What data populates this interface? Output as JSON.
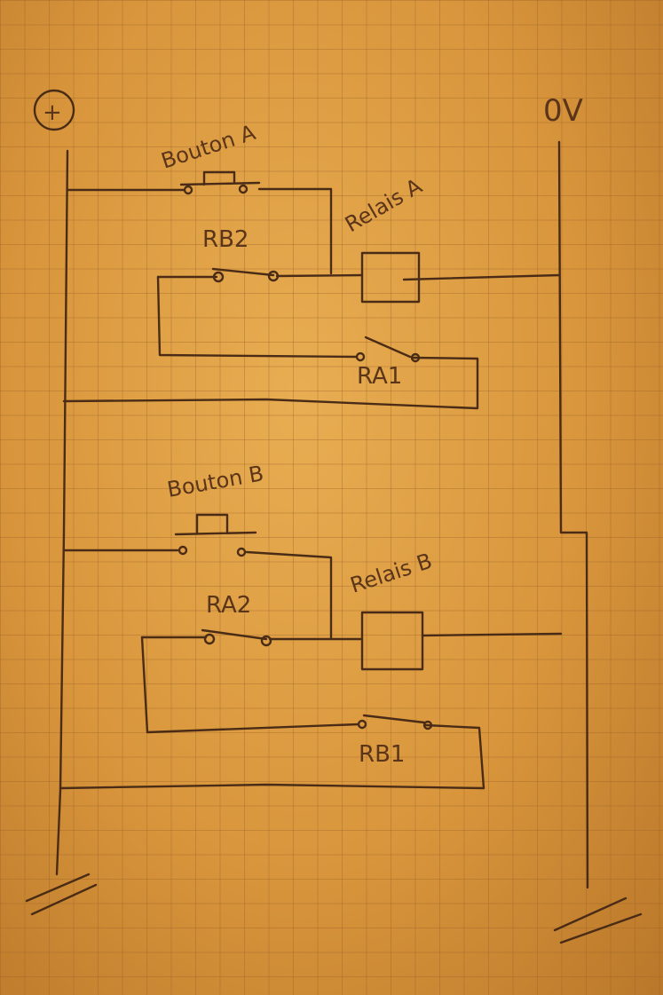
{
  "rails": {
    "positive": "+",
    "zero": "0V"
  },
  "rung_a": {
    "button": "Bouton A",
    "relay": "Relais A",
    "interlock": "RB2",
    "self_hold": "RA1"
  },
  "rung_b": {
    "button": "Bouton B",
    "relay": "Relais B",
    "interlock": "RA2",
    "self_hold": "RB1"
  }
}
